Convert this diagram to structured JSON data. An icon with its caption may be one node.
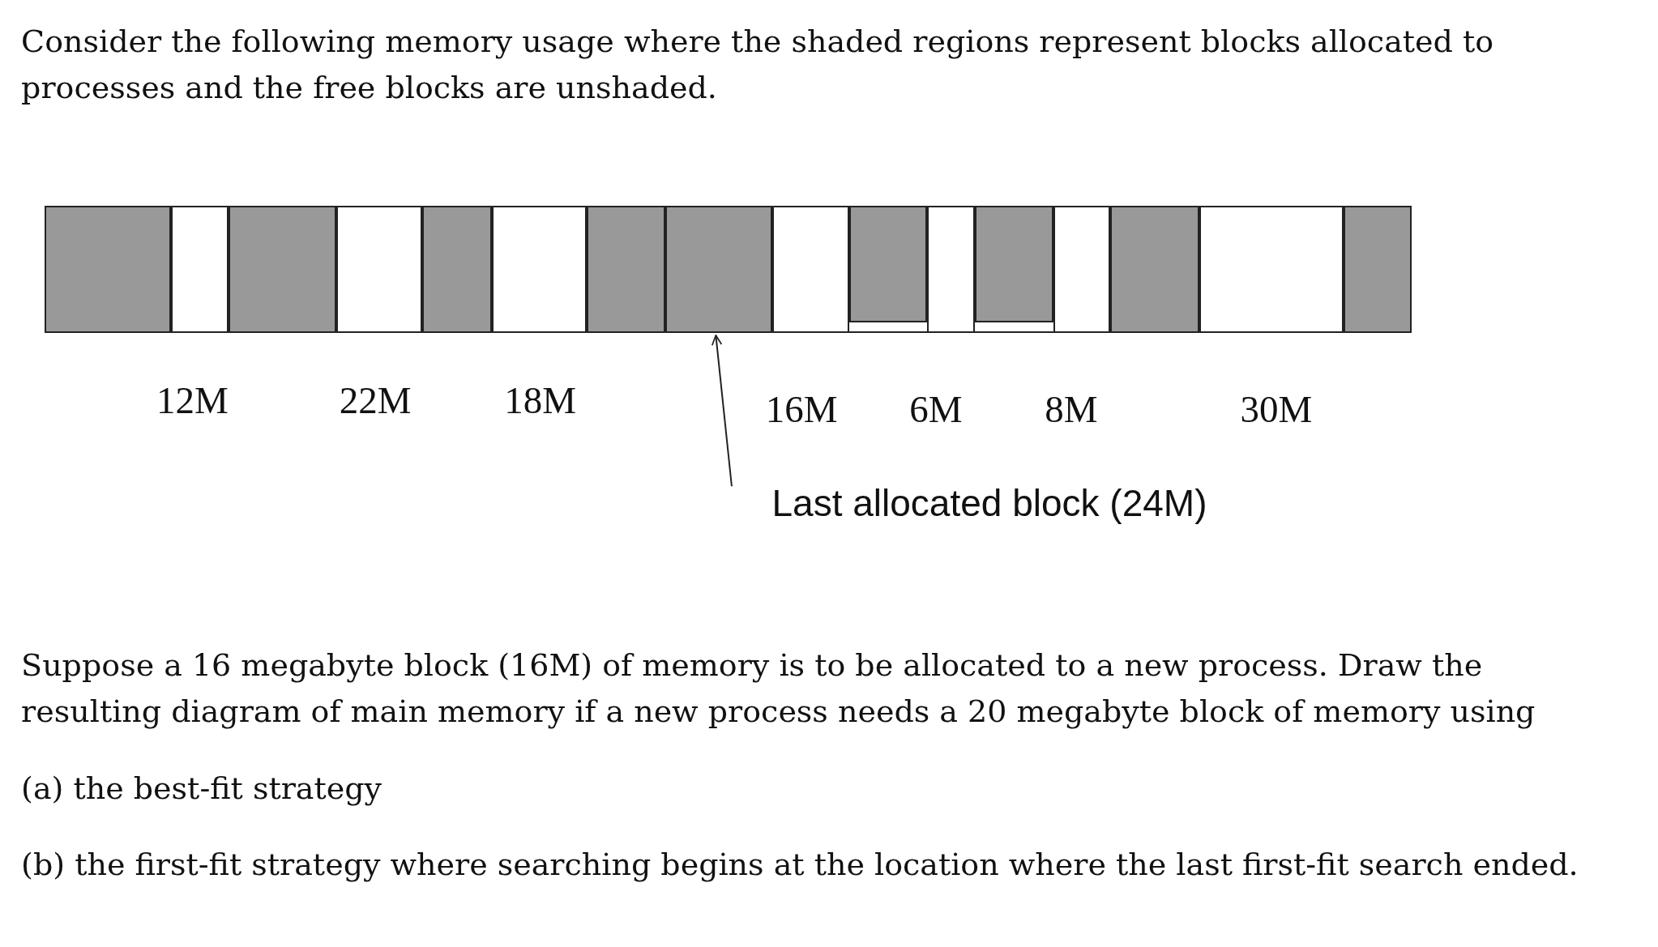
{
  "diagram": {
    "nodes": [
      {
        "text": [],
        "shape": "box"
      },
      {
        "text": [],
        "shape": "box",
        "beside": [
          "12M"
        ]
      },
      {
        "text": [],
        "shape": "box"
      },
      {
        "text": [],
        "shape": "box",
        "beside": [
          "22M"
        ]
      },
      {
        "text": [],
        "shape": "box"
      },
      {
        "text": [],
        "shape": "box",
        "beside": [
          "18M"
        ]
      },
      {
        "text": [],
        "shape": "box"
      },
      {
        "text": [],
        "shape": "box"
      },
      {
        "text": [],
        "shape": "box",
        "beside": [
          "16M"
        ]
      },
      {
        "text": [],
        "shape": "box"
      },
      {
        "text": [],
        "shape": "box",
        "beside": [
          "6M"
        ]
      },
      {
        "text": [],
        "shape": "box"
      },
      {
        "text": [],
        "shape": "box",
        "beside": [
          "8M"
        ]
      },
      {
        "text": [],
        "shape": "box"
      },
      {
        "text": [],
        "shape": "box",
        "beside": [
          "30M"
        ]
      },
      {
        "text": [],
        "shape": "box"
      },
      {
        "text": [
          "Last allocated block (24M)"
        ]
      }
    ],
    "edges": [
      {
        "from": 16,
        "to": 7,
        "arrow": "to"
      }
    ],
    "labels": [
      "Consider the following memory usage where the shaded regions represent blocks allocated to processes and the free blocks are unshaded.",
      "Suppose a 16 megabyte block (16M) of memory is to be allocated to a new process. Draw the resulting diagram of main memory if a new process needs a 20 megabyte block of memory using",
      "(a) the best-fit strategy",
      "(b) the first-fit strategy where searching begins at the location where the last first-fit search ended."
    ]
  }
}
